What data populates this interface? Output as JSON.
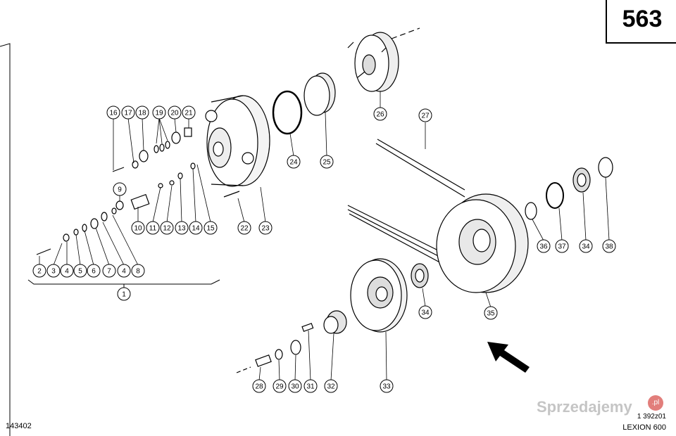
{
  "page_number": "563",
  "document_number": "143402",
  "ref_code": "1 392z01",
  "model": "LEXION 600",
  "watermark": "Sprzedajemy",
  "watermark_tld": ".pl",
  "callouts": [
    "1",
    "2",
    "3",
    "4",
    "5",
    "6",
    "7",
    "4",
    "8",
    "9",
    "10",
    "11",
    "12",
    "13",
    "14",
    "15",
    "16",
    "17",
    "18",
    "19",
    "20",
    "21",
    "22",
    "23",
    "24",
    "25",
    "26",
    "27",
    "28",
    "29",
    "30",
    "31",
    "32",
    "33",
    "34",
    "34",
    "35",
    "36",
    "37",
    "38"
  ]
}
